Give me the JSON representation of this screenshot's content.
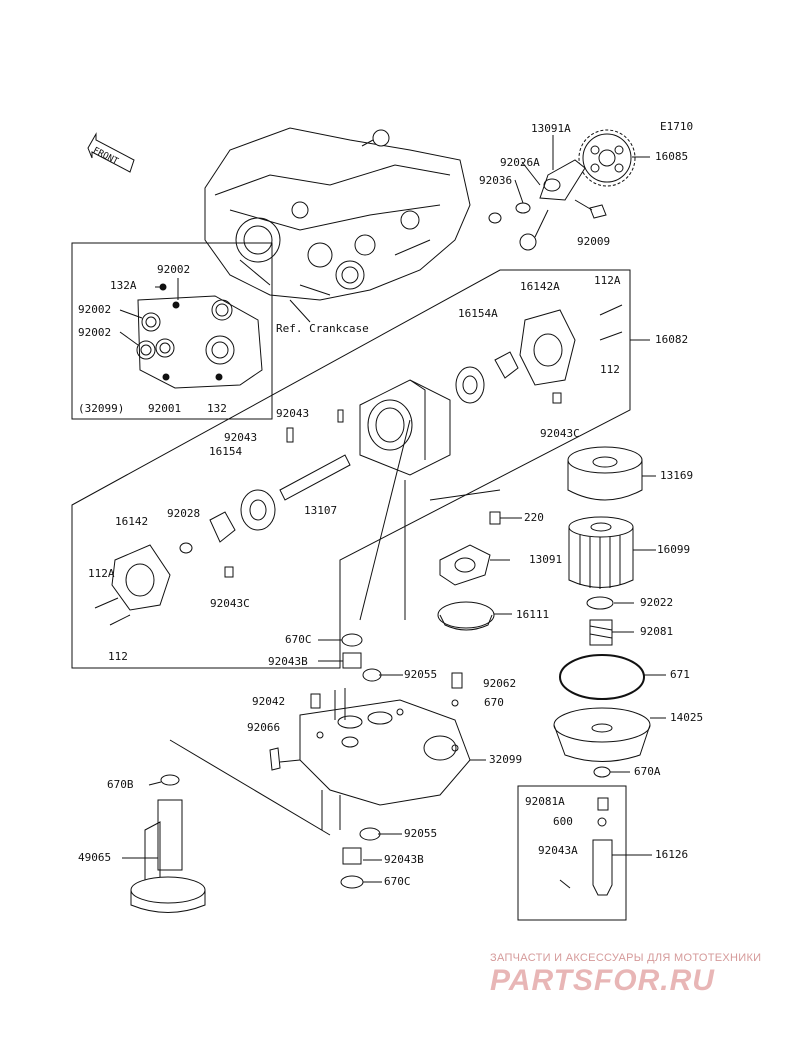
{
  "diagram_code": "E1710",
  "front_label": "FRONT",
  "ref_label": "Ref. Crankcase",
  "watermark": {
    "tagline": "ЗАПЧАСТИ И АКСЕССУАРЫ ДЛЯ МОТОТЕХНИКИ",
    "logo": "PARTSFOR.RU"
  },
  "callouts": {
    "c13091A": "13091A",
    "c92026A": "92026A",
    "c92036": "92036",
    "c16085": "16085",
    "c92009": "92009",
    "c92002a": "92002",
    "c132A": "132A",
    "c92002b": "92002",
    "c92002c": "92002",
    "c32099a": "(32099)",
    "c92001": "92001",
    "c132": "132",
    "c16142A": "16142A",
    "c112A": "112A",
    "c16154A": "16154A",
    "c16082": "16082",
    "c112": "112",
    "c92043C_a": "92043C",
    "c92043a": "92043",
    "c92043b": "92043",
    "c16154": "16154",
    "c13107": "13107",
    "c13169": "13169",
    "c16142": "16142",
    "c92028": "92028",
    "c220": "220",
    "c16099": "16099",
    "c13091": "13091",
    "c112A_b": "112A",
    "c92043C_b": "92043C",
    "c16111": "16111",
    "c92022": "92022",
    "c112_b": "112",
    "c92081": "92081",
    "c670C_a": "670C",
    "c92043B_a": "92043B",
    "c92055_a": "92055",
    "c92062": "92062",
    "c671": "671",
    "c92042": "92042",
    "c670": "670",
    "c14025": "14025",
    "c92066": "92066",
    "c32099": "32099",
    "c670A": "670A",
    "c670B": "670B",
    "c92081A": "92081A",
    "c600": "600",
    "c92055_b": "92055",
    "c16126": "16126",
    "c92043A": "92043A",
    "c49065": "49065",
    "c92043B_b": "92043B",
    "c670C_b": "670C"
  }
}
